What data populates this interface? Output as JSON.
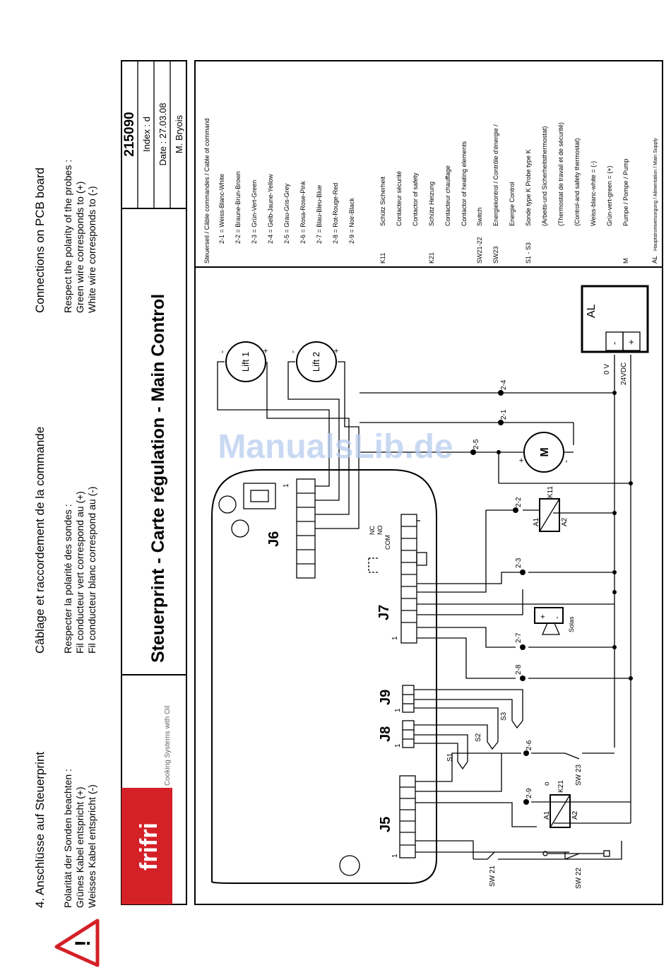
{
  "header": {
    "col1": {
      "heading": "4. Anschlüsse auf Steuerprint",
      "lines": [
        "Polarität der Sonden beachten :",
        "Grünes Kabel entspricht (+)",
        "Weisses Kabel entspricht (-)"
      ]
    },
    "col2": {
      "heading": "Câblage et raccordement de la commande",
      "lines": [
        "Respecter la polarité des sondes :",
        "Fil conducteur vert correspond au (+)",
        "Fil conducteur blanc correspond au (-)"
      ]
    },
    "col3": {
      "heading": "Connections on PCB board",
      "lines": [
        "Respect the polarity of the probes :",
        "Green wire corresponds to (+)",
        "White wire corresponds to (-)"
      ]
    }
  },
  "warning": {
    "symbol": "!"
  },
  "title_block": {
    "logo_text": "frifri",
    "tagline": "Cooking Systems with Oil",
    "title": "Steuerprint - Carte régulation - Main Control",
    "doc_number": "215090",
    "index": "Index : d",
    "date": "Date : 27.03.08",
    "author": "M. Bryois"
  },
  "legend": {
    "heading": "Steuerseil / Câble commandes / Cable of command",
    "cable_codes": [
      "2-1 = Weiss-Blanc-White",
      "2-2 = Braune-Brun-Brown",
      "2-3 = Grün-Vert-Green",
      "2-4 = Gelb-Jaune-Yellow",
      "2-5 = Grau-Gris-Grey",
      "2-6 = Rosa-Rose-Pink",
      "2-7 = Blau-Bleu-Blue",
      "2-8 = Rot-Rouge-Red",
      "2-9 = Noir-Black"
    ],
    "items": [
      {
        "code": "K11",
        "lines": [
          "Schütz Sicherheit",
          "Contacteur sécurité",
          "Contactor of safety"
        ]
      },
      {
        "code": "K21",
        "lines": [
          "Schütz Heizung",
          "Contacteur chauffage",
          "Contactor of heating elements"
        ]
      },
      {
        "code": "SW21-22",
        "lines": [
          "Switch"
        ]
      },
      {
        "code": "SW23",
        "lines": [
          "Energiekontrol / Contrôle d'énergie /",
          "Energie Control"
        ]
      },
      {
        "code": "S1 - S3",
        "lines": [
          "Sonde type K  Probe type K",
          "(Arbeits-und Sicherheitsthermostat)",
          "(Thermostat de travail et de sécurité)",
          "(Control-and safety thermostat)",
          "Weiss-blanc-white = (-)",
          "Grün-vert-green = (+)"
        ]
      },
      {
        "code": "M",
        "lines": [
          "Pumpe / Pompe / Pump"
        ]
      },
      {
        "code": "AL",
        "lines": [
          "Hauptstromversorgung / Alimentation / Main Supply"
        ]
      }
    ]
  },
  "diagram": {
    "connectors": {
      "j5": "J5",
      "j6": "J6",
      "j7": "J7",
      "j8": "J8",
      "j9": "J9",
      "pin1": "1"
    },
    "relay_contacts": [
      "COM",
      "NO",
      "NC"
    ],
    "wires": {
      "w21": "2-1",
      "w22": "2-2",
      "w23": "2-3",
      "w24": "2-4",
      "w25": "2-5",
      "w26": "2-6",
      "w27": "2-7",
      "w28": "2-8",
      "w29": "2-9"
    },
    "switches": {
      "sw21": "SW 21",
      "sw22": "SW 22",
      "sw23": "SW 23"
    },
    "probes": {
      "s1": "S1",
      "s2": "S2",
      "s3": "S3"
    },
    "relays": {
      "k11": "K11",
      "k21": "K21",
      "a1": "A1",
      "a2": "A2"
    },
    "lifts": {
      "lift1": "Lift 1",
      "lift2": "Lift 2"
    },
    "motor": "M",
    "solenoid": "Solas",
    "power": {
      "label": "AL",
      "v0": "0 V",
      "v24": "24VDC"
    },
    "signs": {
      "plus": "+",
      "minus": "-",
      "o": "o"
    }
  },
  "watermark": "ManualsLib.de",
  "colors": {
    "logo_red": "#d42027",
    "watermark": "#b8cdef"
  }
}
